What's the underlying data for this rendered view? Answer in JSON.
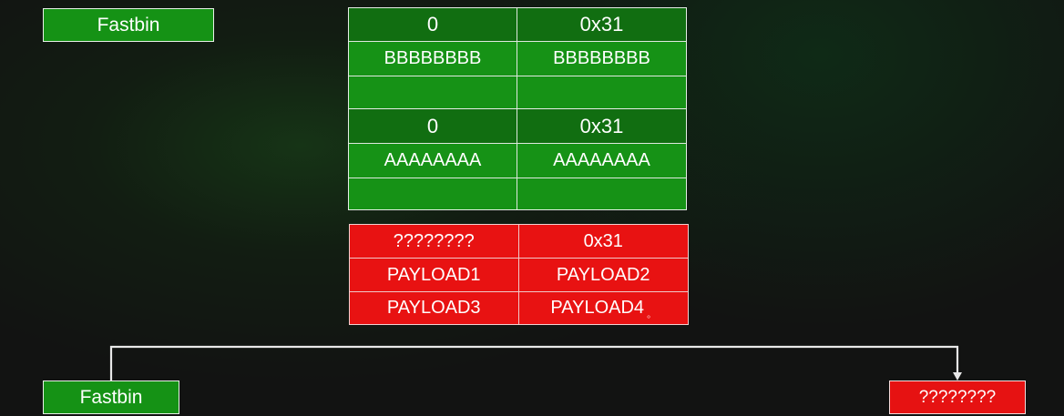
{
  "top_label": "Fastbin",
  "chunk_b": {
    "header": [
      "0",
      "0x31"
    ],
    "data": [
      "BBBBBBBB",
      "BBBBBBBB"
    ],
    "empty": [
      "",
      ""
    ]
  },
  "chunk_a": {
    "header": [
      "0",
      "0x31"
    ],
    "data": [
      "AAAAAAAA",
      "AAAAAAAA"
    ],
    "empty": [
      "",
      ""
    ]
  },
  "fake_chunk": {
    "row1": [
      "????????",
      "0x31"
    ],
    "row2": [
      "PAYLOAD1",
      "PAYLOAD2"
    ],
    "row3": [
      "PAYLOAD3",
      "PAYLOAD4"
    ],
    "dot": "。"
  },
  "bottom": {
    "fastbin_label": "Fastbin",
    "target_label": "????????"
  },
  "colors": {
    "green": "#159215",
    "green_dark": "#116e11",
    "red": "#e61212",
    "background": "#121312"
  }
}
